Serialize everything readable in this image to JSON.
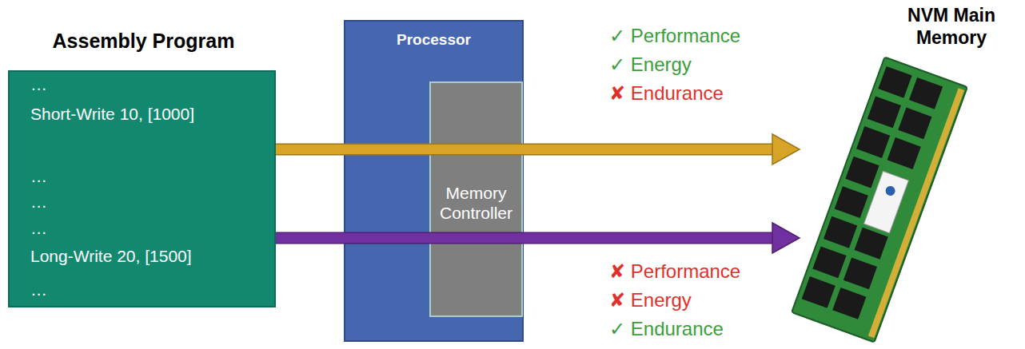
{
  "diagram": {
    "nodes": [
      {
        "text": [
          "Assembly Program",
          "…",
          "Short-Write 10, [1000]",
          "…",
          "…",
          "…",
          "Long-Write 20, [1500]",
          "…"
        ]
      },
      {
        "text": [
          "Processor"
        ]
      },
      {
        "text": [
          "Memory Controller"
        ],
        "in": 1
      },
      {
        "text": [
          "NVM Main Memory"
        ]
      }
    ],
    "edges": [
      {
        "from": 0,
        "to": 3,
        "arrow": "to"
      },
      {
        "from": 0,
        "to": 3,
        "arrow": "to"
      }
    ],
    "labels": [
      "✓ Performance",
      "✓ Energy",
      "✘ Endurance",
      "✘ Performance",
      "✘ Energy",
      "✓ Endurance"
    ]
  }
}
